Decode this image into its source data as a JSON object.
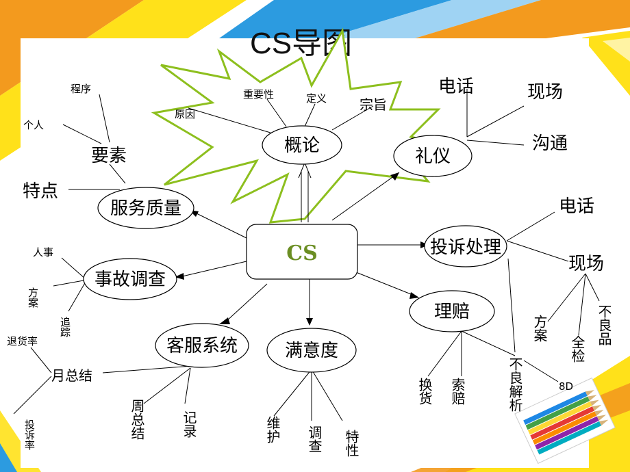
{
  "title": "CS导图",
  "center": "CS",
  "nodes": {
    "gailun": "概论",
    "liyi": "礼仪",
    "fuwuzhiliang": "服务质量",
    "shiguchaxun": "事故调查",
    "kefuxitong": "客服系统",
    "manyidu": "满意度",
    "lipei": "理赔",
    "tousuchuli": "投诉处理"
  },
  "leaves": {
    "yuanyin": "原因",
    "zhongyaoxing": "重要性",
    "dingyi": "定义",
    "zongzhi": "宗旨",
    "dianhua1": "电话",
    "xianchang1": "现场",
    "goutong": "沟通",
    "chengxu": "程序",
    "geren": "个人",
    "yaosu": "要素",
    "tedian": "特点",
    "renshi": "人事",
    "fangan1": "方案",
    "zhuizong": "追踪",
    "tuihuolv": "退货率",
    "yuezongjie": "月总结",
    "tousulv": "投诉率",
    "zhouzongjie": "周总结",
    "jilu": "记录",
    "weihu": "维护",
    "diaocha": "调查",
    "texing": "特性",
    "huanhuo": "换货",
    "suopei": "索赔",
    "buliangjiexi": "不良解析",
    "eightd": "8D",
    "dianhua2": "电话",
    "xianchang2": "现场",
    "fangan2": "方案",
    "quanjian": "全检",
    "buliangpin": "不良品"
  },
  "colors": {
    "orange": "#f39a1e",
    "yellow": "#ffe11a",
    "sky_blue": "#2c9be0",
    "light_blue": "#9fd3f3",
    "star_outline": "#8dbf1e",
    "cs_text": "#6b8e23"
  }
}
